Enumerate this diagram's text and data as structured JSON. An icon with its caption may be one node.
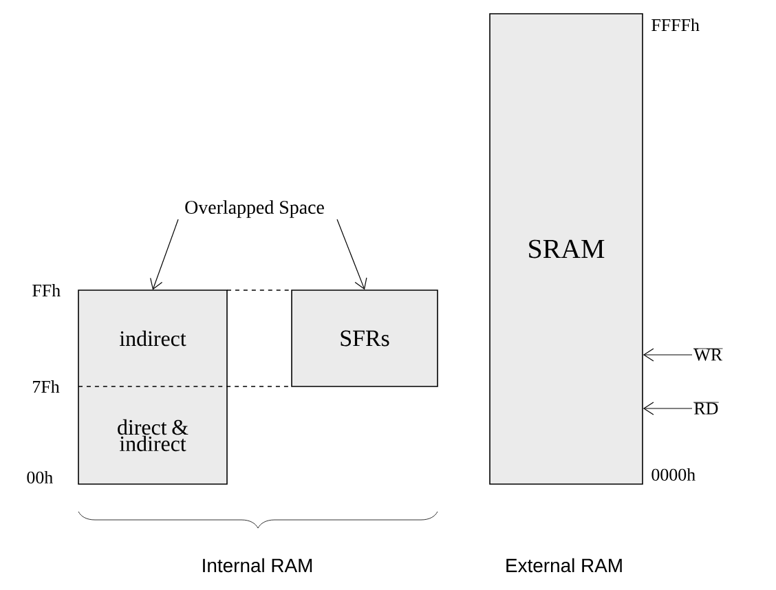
{
  "diagram": {
    "nodes": [
      {
        "text": [
          "Overlapped Space"
        ]
      },
      {
        "text": [
          "indirect"
        ]
      },
      {
        "text": [
          "direct & indirect"
        ]
      },
      {
        "text": [
          "SFRs"
        ]
      },
      {
        "text": [
          "SRAM"
        ]
      },
      {
        "text": [
          "WR"
        ]
      },
      {
        "text": [
          "RD"
        ]
      }
    ],
    "edges": [
      {
        "from": 0,
        "to": 1,
        "arrow": "to"
      },
      {
        "from": 0,
        "to": 3,
        "arrow": "to"
      },
      {
        "from": 5,
        "to": 4,
        "arrow": "to"
      },
      {
        "from": 6,
        "to": 4,
        "arrow": "to"
      }
    ],
    "labels": [
      "FFh",
      "7Fh",
      "00h",
      "FFFFh",
      "0000h",
      "Internal RAM",
      "External RAM"
    ]
  }
}
